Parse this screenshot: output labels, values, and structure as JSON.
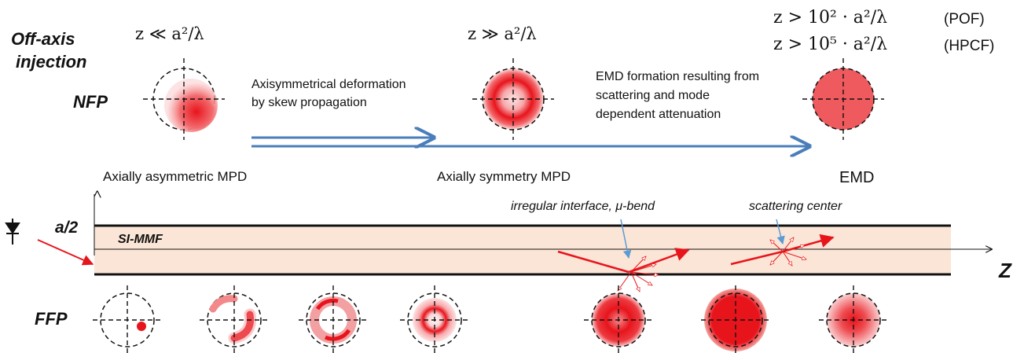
{
  "left_labels": {
    "off_axis": "Off-axis",
    "injection": "injection",
    "nfp": "NFP",
    "ffp": "FFP",
    "half_core": "a/2",
    "fiber": "SI-MMF",
    "z_axis": "Z"
  },
  "conditions": {
    "near": "z ≪ a²/λ",
    "far": "z ≫ a²/λ",
    "pof_expr": "z > 10² · a²/λ",
    "pof_tag": "(POF)",
    "hpcf_expr": "z > 10⁵ · a²/λ",
    "hpcf_tag": "(HPCF)"
  },
  "descriptions": {
    "skew_line1": "Axisymmetrical deformation",
    "skew_line2": "by skew propagation",
    "emd_line1": "EMD formation resulting from",
    "emd_line2": "scattering and mode",
    "emd_line3": "dependent attenuation"
  },
  "stages": {
    "asym": "Axially asymmetric MPD",
    "sym": "Axially symmetry MPD",
    "emd": "EMD"
  },
  "annotations": {
    "interface": "irregular interface, μ-bend",
    "scatter": "scattering center"
  },
  "colors": {
    "red": "#e8141c",
    "arrow_blue": "#4a7ebb",
    "core_fill": "#fbe5d6",
    "callout": "#5b9bd5"
  }
}
